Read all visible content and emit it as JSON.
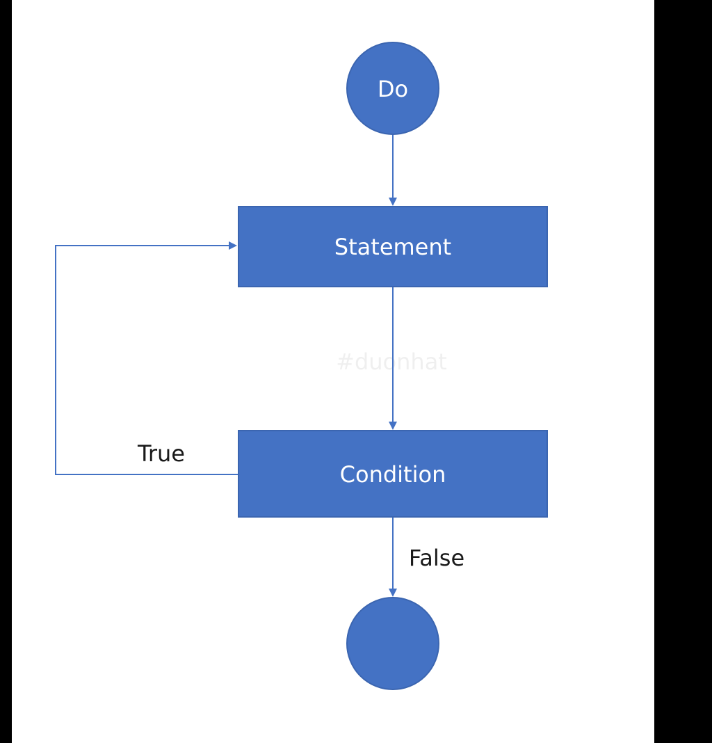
{
  "diagram": {
    "title": "",
    "colors": {
      "node_fill": "#4472c4",
      "node_border": "#3b65b0",
      "edge": "#4472c4",
      "node_text": "#ffffff",
      "label_text": "#1a1a1a",
      "background": "#ffffff",
      "frame": "#000000"
    },
    "nodes": {
      "start": {
        "shape": "circle",
        "label": "Do"
      },
      "statement": {
        "shape": "rectangle",
        "label": "Statement"
      },
      "condition": {
        "shape": "rectangle",
        "label": "Condition"
      },
      "end": {
        "shape": "circle",
        "label": ""
      }
    },
    "edges": [
      {
        "from": "start",
        "to": "statement",
        "label": ""
      },
      {
        "from": "statement",
        "to": "condition",
        "label": ""
      },
      {
        "from": "condition",
        "to": "statement",
        "label": "True"
      },
      {
        "from": "condition",
        "to": "end",
        "label": "False"
      }
    ],
    "watermark": "#duonhat"
  }
}
